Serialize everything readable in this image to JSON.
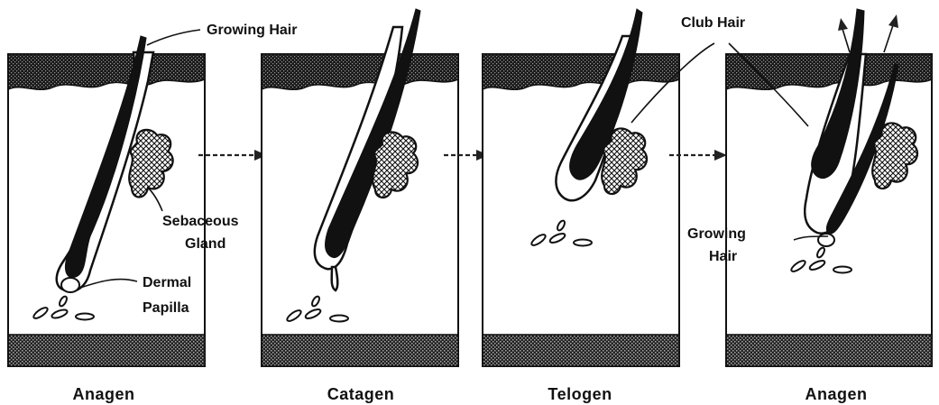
{
  "labels": {
    "growing_hair_top": "Growing Hair",
    "club_hair": "Club Hair",
    "sebaceous": "Sebaceous",
    "gland": "Gland",
    "dermal": "Dermal",
    "papilla": "Papilla",
    "growing": "Growing",
    "hair": "Hair"
  },
  "stages": [
    "Anagen",
    "Catagen",
    "Telogen",
    "Anagen"
  ]
}
